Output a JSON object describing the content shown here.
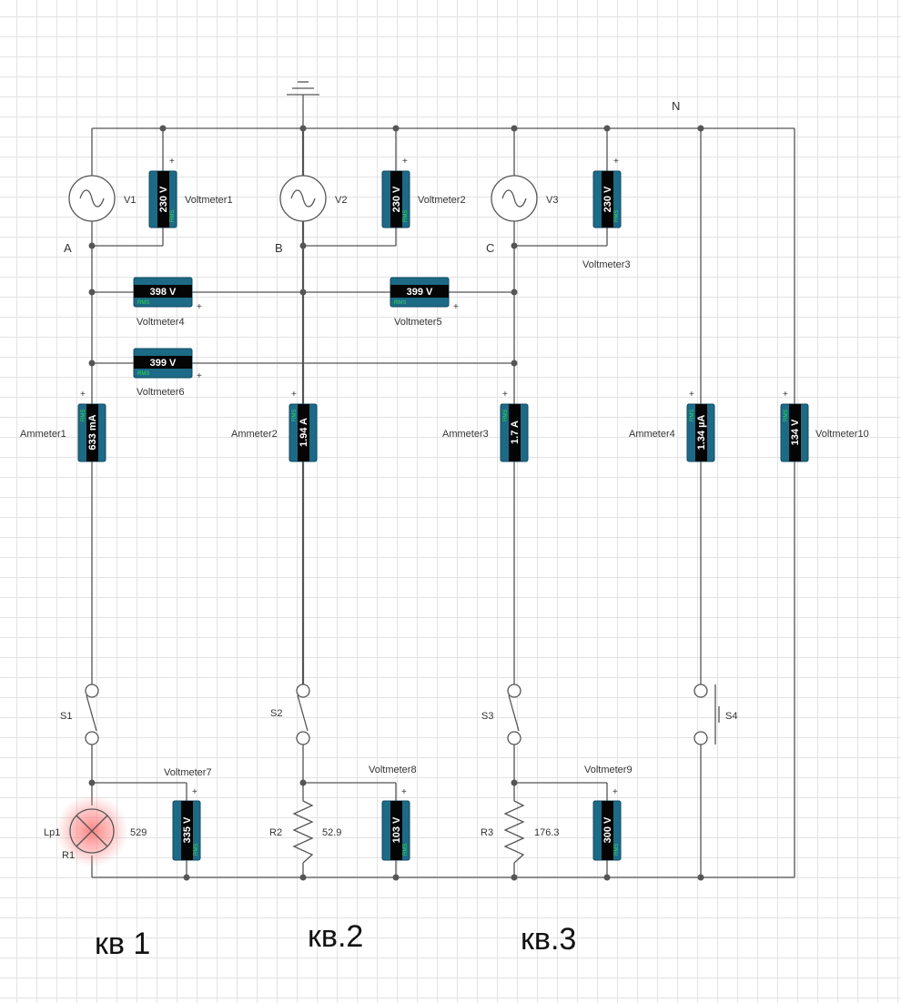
{
  "labels": {
    "ground": "N",
    "phase_a": "A",
    "phase_b": "B",
    "phase_c": "C"
  },
  "sources": [
    {
      "id": "V1"
    },
    {
      "id": "V2"
    },
    {
      "id": "V3"
    }
  ],
  "meters": [
    {
      "name": "Voltmeter1",
      "value": "230 V",
      "mode": "RMS"
    },
    {
      "name": "Voltmeter2",
      "value": "230 V",
      "mode": "RMS"
    },
    {
      "name": "Voltmeter3",
      "value": "230 V",
      "mode": "RMS"
    },
    {
      "name": "Voltmeter4",
      "value": "398 V",
      "mode": "RMS"
    },
    {
      "name": "Voltmeter5",
      "value": "399 V",
      "mode": "RMS"
    },
    {
      "name": "Voltmeter6",
      "value": "399 V",
      "mode": "RMS"
    },
    {
      "name": "Ammeter1",
      "value": "633 mA",
      "mode": "RMS"
    },
    {
      "name": "Ammeter2",
      "value": "1.94 A",
      "mode": "RMS"
    },
    {
      "name": "Ammeter3",
      "value": "1.7 A",
      "mode": "RMS"
    },
    {
      "name": "Ammeter4",
      "value": "1.34 µA",
      "mode": "RMS"
    },
    {
      "name": "Voltmeter10",
      "value": "134 V",
      "mode": "RMS"
    },
    {
      "name": "Voltmeter7",
      "value": "335 V",
      "mode": "RMS"
    },
    {
      "name": "Voltmeter8",
      "value": "103 V",
      "mode": "RMS"
    },
    {
      "name": "Voltmeter9",
      "value": "300 V",
      "mode": "RMS"
    }
  ],
  "switches": [
    {
      "id": "S1"
    },
    {
      "id": "S2"
    },
    {
      "id": "S3"
    },
    {
      "id": "S4"
    }
  ],
  "loads": [
    {
      "id": "Lp1",
      "sub_id": "R1",
      "value": "529"
    },
    {
      "id": "R2",
      "value": "52.9"
    },
    {
      "id": "R3",
      "value": "176.3"
    }
  ],
  "handwritten": [
    {
      "text": "кв 1"
    },
    {
      "text": "кв.2"
    },
    {
      "text": "кв.3"
    }
  ],
  "colors": {
    "meter_body": "#1d6a86",
    "meter_screen": "#050505",
    "wire": "#555555",
    "lamp_glow": "#ff6b6b"
  }
}
